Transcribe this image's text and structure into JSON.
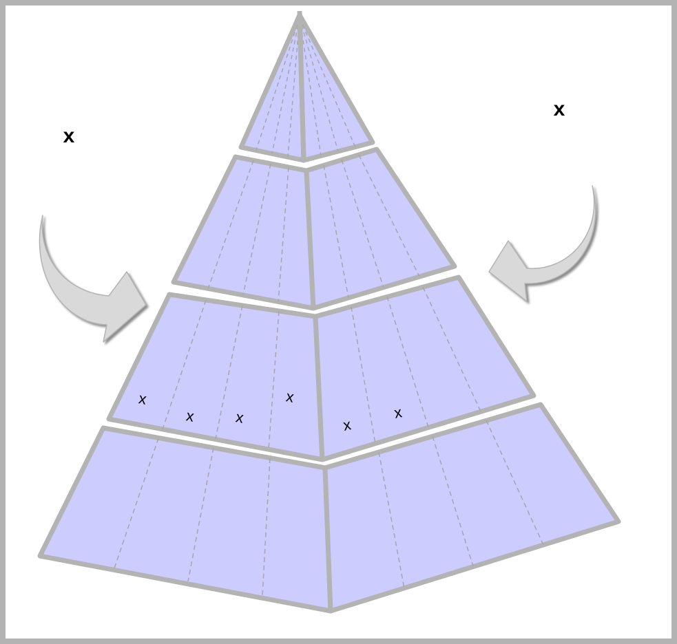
{
  "diagram": {
    "colors": {
      "face_fill": "#ccccff",
      "edge_stroke": "#b3b3b3",
      "dash_stroke": "#a6a6a6",
      "arrow_fill": "#d9d9d9",
      "arrow_shadow": "#8c8c8c",
      "frame": "#b3b3b3"
    },
    "labels": {
      "left_marker": "x",
      "right_marker": "x"
    },
    "tier_marks": [
      "x",
      "x",
      "x",
      "x",
      "x",
      "x"
    ]
  }
}
